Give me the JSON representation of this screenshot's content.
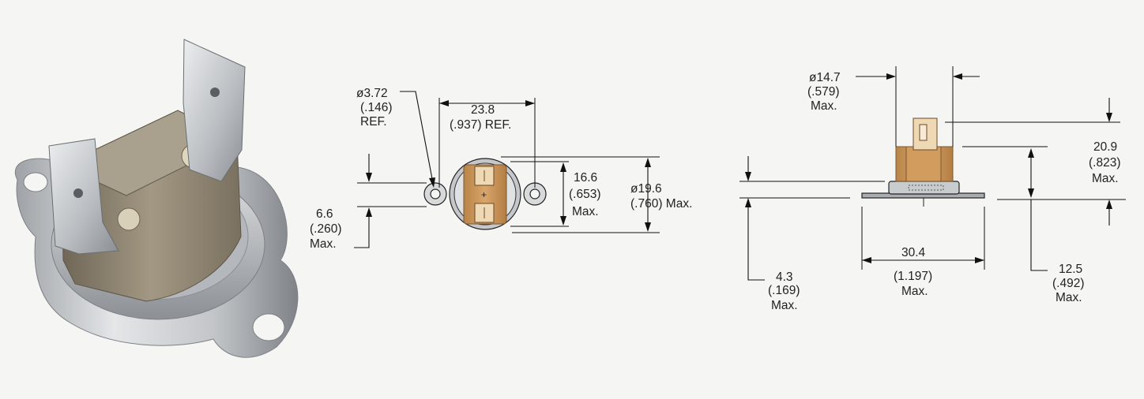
{
  "colors": {
    "background": "#f5f5f3",
    "ceramic": "#c9935b",
    "ceramic_dark": "#9a6a3a",
    "metal": "#c9cccf",
    "metal_dark": "#8e9297",
    "photo_body": "#8f8574",
    "line": "#111111"
  },
  "photo": {
    "icon": "thermostat-photo"
  },
  "top_view": {
    "hole_dia": {
      "value": "ø3.72",
      "imperial": "(.146)",
      "note": "REF."
    },
    "hole_spacing": {
      "value": "23.8",
      "imperial": "(.937) REF."
    },
    "inner_height": {
      "value": "16.6",
      "imperial": "(.653)",
      "note": "Max."
    },
    "outer_dia": {
      "value": "ø19.6",
      "imperial": "(.760) Max."
    },
    "tab_width": {
      "value": "6.6",
      "imperial": "(.260)",
      "note": "Max."
    }
  },
  "side_view": {
    "body_dia": {
      "value": "ø14.7",
      "imperial": "(.579)",
      "note": "Max."
    },
    "total_height": {
      "value": "20.9",
      "imperial": "(.823)",
      "note": "Max."
    },
    "flange_width": {
      "value": "30.4",
      "imperial": "(1.197)",
      "note": "Max."
    },
    "base_height": {
      "value": "4.3",
      "imperial": "(.169)",
      "note": "Max."
    },
    "body_height": {
      "value": "12.5",
      "imperial": "(.492)",
      "note": "Max."
    }
  }
}
